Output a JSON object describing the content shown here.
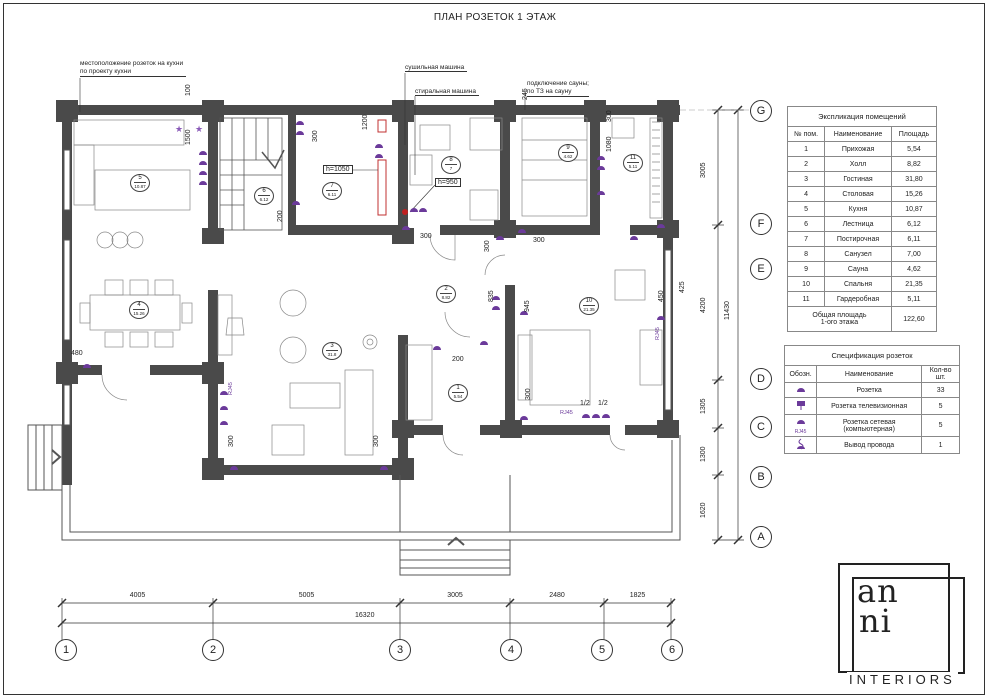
{
  "title": "ПЛАН РОЗЕТОК 1 ЭТАЖ",
  "callouts": {
    "kitchen_a": "местоположение розеток на кухни",
    "kitchen_b": "по проекту кухни",
    "dryer": "сушильная машина",
    "washer": "стиральная машина",
    "sauna_a": "подключение сауны;",
    "sauna_b": "по ТЗ на сауну",
    "h1050": "h=1050",
    "h950": "h=950"
  },
  "dims_bottom": [
    "4005",
    "5005",
    "3005",
    "2480",
    "1825"
  ],
  "dims_total": "16320",
  "dims_right": [
    "3005",
    "4200",
    "1305",
    "1300",
    "1620"
  ],
  "dims_right_total": "11430",
  "inner_dims": [
    "100",
    "1500",
    "300",
    "1200",
    "200",
    "300",
    "245",
    "300",
    "1080",
    "300",
    "300",
    "835",
    "945",
    "450",
    "425",
    "200",
    "480",
    "300",
    "300",
    "300",
    "1/2",
    "1/2",
    "RJ45",
    "RJ45",
    "RJ45"
  ],
  "axes_bottom": [
    "1",
    "2",
    "3",
    "4",
    "5",
    "6"
  ],
  "axes_right": [
    "G",
    "F",
    "E",
    "D",
    "C",
    "B",
    "A"
  ],
  "room_tags": [
    {
      "n": "5",
      "a": "10.87"
    },
    {
      "n": "6",
      "a": "6.12"
    },
    {
      "n": "7",
      "a": "6.11"
    },
    {
      "n": "8",
      "a": "7"
    },
    {
      "n": "9",
      "a": "4.62"
    },
    {
      "n": "11",
      "a": "5.11"
    },
    {
      "n": "4",
      "a": "15.26"
    },
    {
      "n": "3",
      "a": "31.8"
    },
    {
      "n": "2",
      "a": "8.82"
    },
    {
      "n": "10",
      "a": "21.35"
    },
    {
      "n": "1",
      "a": "5.54"
    }
  ],
  "rooms_table": {
    "caption": "Экспликация помещений",
    "headers": [
      "№ пом.",
      "Наименование",
      "Площадь"
    ],
    "rows": [
      [
        "1",
        "Прихожая",
        "5,54"
      ],
      [
        "2",
        "Холл",
        "8,82"
      ],
      [
        "3",
        "Гостиная",
        "31,80"
      ],
      [
        "4",
        "Столовая",
        "15,26"
      ],
      [
        "5",
        "Кухня",
        "10,87"
      ],
      [
        "6",
        "Лестница",
        "6,12"
      ],
      [
        "7",
        "Постирочная",
        "6,11"
      ],
      [
        "8",
        "Санузел",
        "7,00"
      ],
      [
        "9",
        "Сауна",
        "4,62"
      ],
      [
        "10",
        "Спальня",
        "21,35"
      ],
      [
        "11",
        "Гардеробная",
        "5,11"
      ]
    ],
    "total_label_a": "Общая площадь",
    "total_label_b": "1-ого этажа",
    "total_value": "122,60"
  },
  "spec_table": {
    "caption": "Спецификация розеток",
    "headers": [
      "Обозн.",
      "Наименование",
      "Кол-во шт."
    ],
    "rows": [
      {
        "name": "Розетка",
        "qty": "33",
        "icon": "socket-icon"
      },
      {
        "name": "Розетка телевизионная",
        "qty": "5",
        "icon": "tv-socket-icon"
      },
      {
        "name": "Розетка сетевая (компьютерная)",
        "qty": "5",
        "icon": "network-socket-icon",
        "tag": "RJ45"
      },
      {
        "name": "Вывод провода",
        "qty": "1",
        "icon": "wire-outlet-icon"
      }
    ]
  },
  "logo": {
    "line1": "an",
    "line2": "ni",
    "word": "INTERIORS"
  },
  "colors": {
    "wall": "#4a4a4a",
    "socket": "#6b3a9a",
    "line": "#333333"
  }
}
